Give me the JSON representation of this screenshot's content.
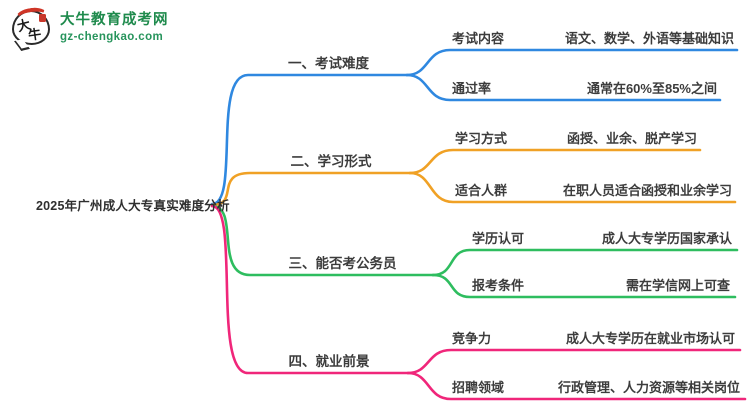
{
  "logo": {
    "icon_text_1": "大",
    "icon_text_2": "牛",
    "site_name": "大牛教育成考网",
    "site_url": "gz-chengkao.com",
    "brand_green": "#1e8a4c",
    "url_green": "#27945c",
    "seal_red": "#c8372a"
  },
  "mindmap": {
    "root": {
      "label": "2025年广州成人大专真实难度分析"
    },
    "branches": [
      {
        "label": "一、考试难度",
        "color": "#2f88e0",
        "children": [
          {
            "label": "考试内容",
            "value": "语文、数学、外语等基础知识"
          },
          {
            "label": "通过率",
            "value": "通常在60%至85%之间"
          }
        ]
      },
      {
        "label": "二、学习形式",
        "color": "#f0a125",
        "children": [
          {
            "label": "学习方式",
            "value": "函授、业余、脱产学习"
          },
          {
            "label": "适合人群",
            "value": "在职人员适合函授和业余学习"
          }
        ]
      },
      {
        "label": "三、能否考公务员",
        "color": "#2ebd5f",
        "children": [
          {
            "label": "学历认可",
            "value": "成人大专学历国家承认"
          },
          {
            "label": "报考条件",
            "value": "需在学信网上可查"
          }
        ]
      },
      {
        "label": "四、就业前景",
        "color": "#f0267a",
        "children": [
          {
            "label": "竞争力",
            "value": "成人大专学历在就业市场认可"
          },
          {
            "label": "招聘领域",
            "value": "行政管理、人力资源等相关岗位"
          }
        ]
      }
    ]
  }
}
